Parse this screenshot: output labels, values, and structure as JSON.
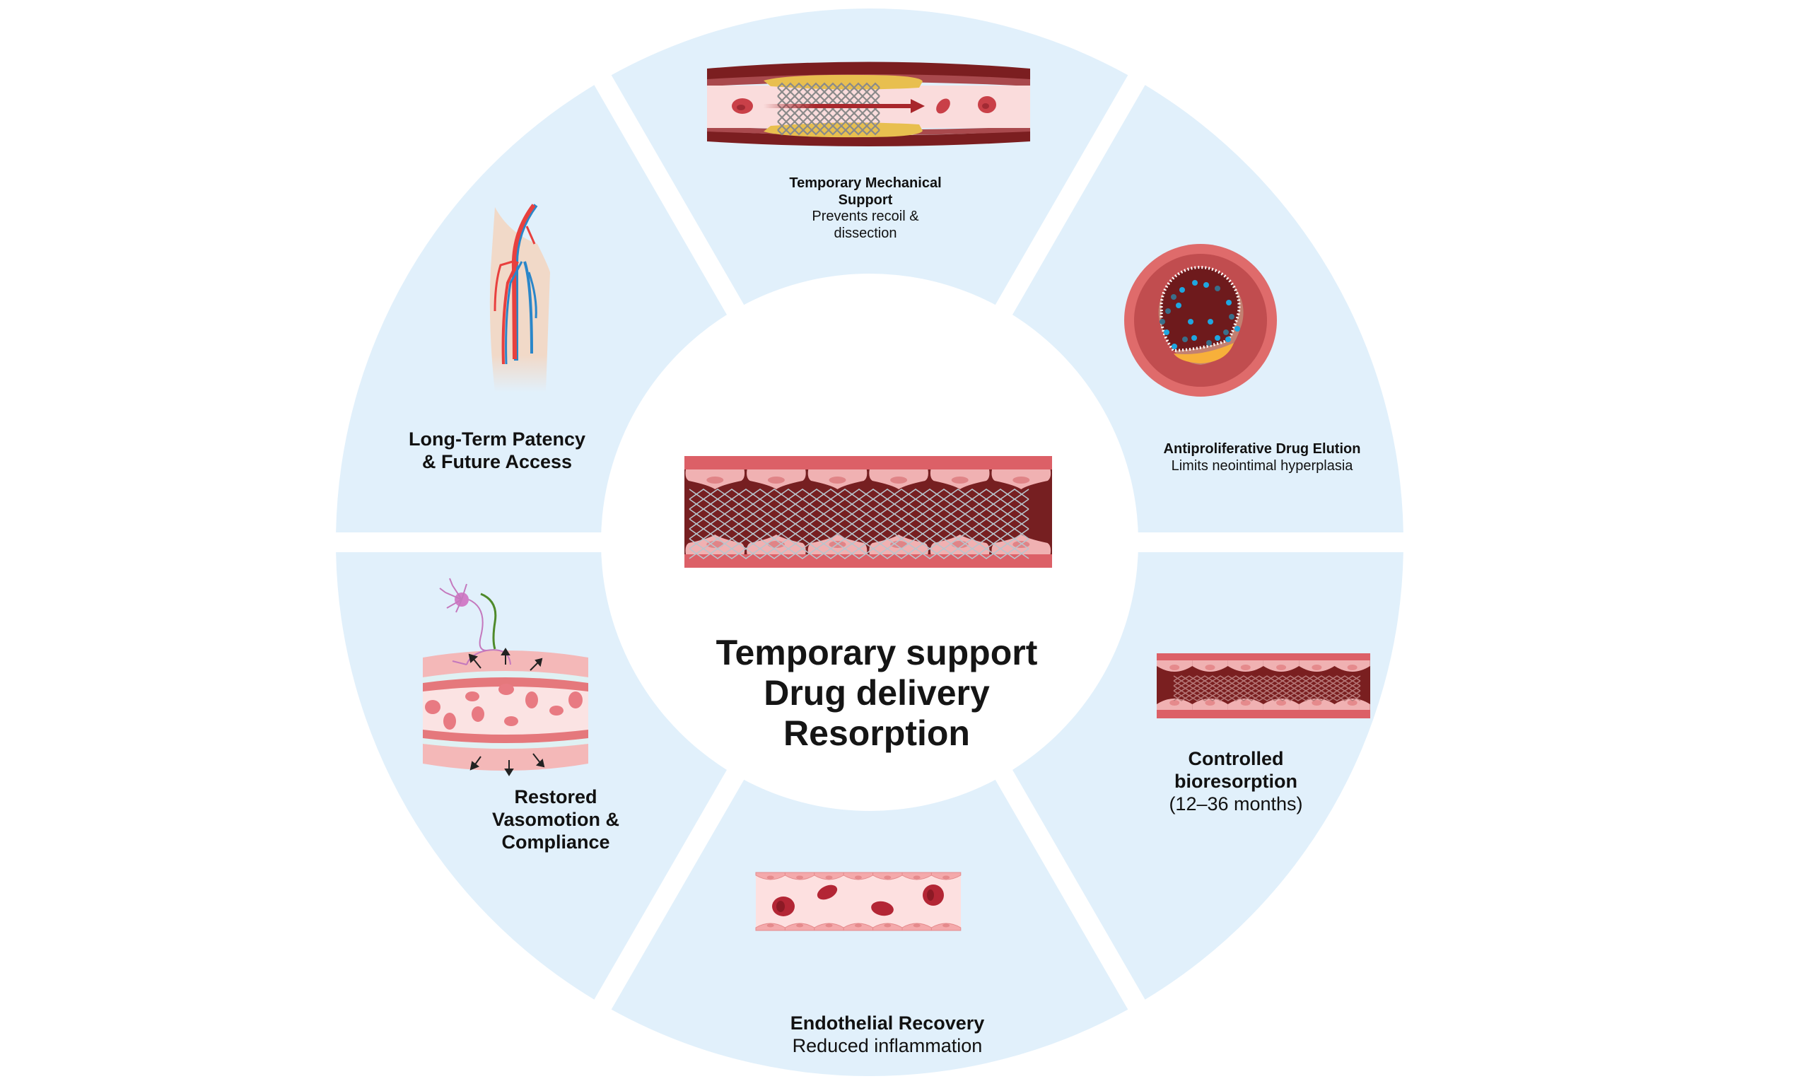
{
  "diagram": {
    "type": "circular-cycle",
    "ring_fill_color": "#e1f0fb",
    "background_color": "#ffffff",
    "center": {
      "lines": [
        "Temporary support",
        "Drug delivery",
        "Resorption"
      ],
      "illustration": "stented-vessel-longitudinal"
    },
    "segments": [
      {
        "id": "top",
        "title_lines": [
          "Temporary Mechanical",
          "Support"
        ],
        "subtitle_lines": [
          "Prevents recoil &",
          "dissection"
        ],
        "illustration": "stent-in-stenosed-artery"
      },
      {
        "id": "upper-right",
        "title_lines": [
          "Antiproliferative Drug Elution"
        ],
        "subtitle_lines": [
          "Limits neointimal hyperplasia"
        ],
        "illustration": "artery-cross-section-drug-particles"
      },
      {
        "id": "lower-right",
        "title_lines": [
          "Controlled",
          "bioresorption"
        ],
        "subtitle_lines": [
          "(12–36 months)"
        ],
        "illustration": "resorbing-stent-vessel"
      },
      {
        "id": "bottom",
        "title_lines": [
          "Endothelial Recovery"
        ],
        "subtitle_lines": [
          "Reduced inflammation"
        ],
        "illustration": "healthy-vessel-red-cells"
      },
      {
        "id": "lower-left",
        "title_lines": [
          "Restored",
          "Vasomotion &",
          "Compliance"
        ],
        "subtitle_lines": [],
        "illustration": "innervated-vessel-vasomotion"
      },
      {
        "id": "upper-left",
        "title_lines": [
          "Long-Term Patency",
          "& Future Access"
        ],
        "subtitle_lines": [],
        "illustration": "leg-arteries-veins"
      }
    ]
  }
}
